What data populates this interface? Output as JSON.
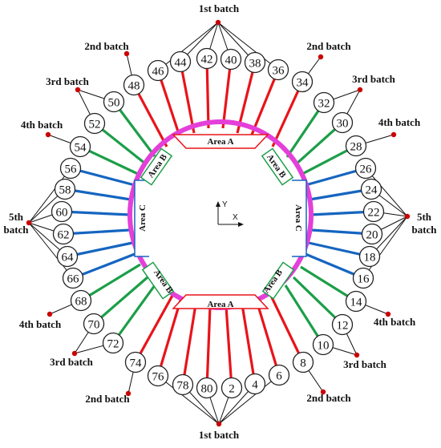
{
  "colors": {
    "ring": "#e43fd9",
    "red": "#e8141a",
    "green": "#1c9e48",
    "blue": "#1565c0",
    "dot": "#cc0000"
  },
  "axes": {
    "y_label": "Y",
    "x_label": "X"
  },
  "areas": {
    "top": "Area A",
    "bottom": "Area A",
    "left": "Area C",
    "right": "Area C",
    "upper_left": "Area B",
    "upper_right": "Area B",
    "lower_left": "Area B",
    "lower_right": "Area B"
  },
  "anchors": [
    {
      "id": "46",
      "group": "red"
    },
    {
      "id": "44",
      "group": "red"
    },
    {
      "id": "42",
      "group": "red"
    },
    {
      "id": "40",
      "group": "red"
    },
    {
      "id": "38",
      "group": "red"
    },
    {
      "id": "36",
      "group": "red"
    },
    {
      "id": "48",
      "group": "red"
    },
    {
      "id": "34",
      "group": "red"
    },
    {
      "id": "50",
      "group": "green"
    },
    {
      "id": "52",
      "group": "green"
    },
    {
      "id": "54",
      "group": "green"
    },
    {
      "id": "32",
      "group": "green"
    },
    {
      "id": "30",
      "group": "green"
    },
    {
      "id": "28",
      "group": "green"
    },
    {
      "id": "56",
      "group": "blue"
    },
    {
      "id": "58",
      "group": "blue"
    },
    {
      "id": "60",
      "group": "blue"
    },
    {
      "id": "62",
      "group": "blue"
    },
    {
      "id": "64",
      "group": "blue"
    },
    {
      "id": "66",
      "group": "blue"
    },
    {
      "id": "26",
      "group": "blue"
    },
    {
      "id": "24",
      "group": "blue"
    },
    {
      "id": "22",
      "group": "blue"
    },
    {
      "id": "20",
      "group": "blue"
    },
    {
      "id": "18",
      "group": "blue"
    },
    {
      "id": "16",
      "group": "blue"
    },
    {
      "id": "68",
      "group": "green"
    },
    {
      "id": "70",
      "group": "green"
    },
    {
      "id": "72",
      "group": "green"
    },
    {
      "id": "14",
      "group": "green"
    },
    {
      "id": "12",
      "group": "green"
    },
    {
      "id": "10",
      "group": "green"
    },
    {
      "id": "74",
      "group": "red"
    },
    {
      "id": "8",
      "group": "red"
    },
    {
      "id": "76",
      "group": "red"
    },
    {
      "id": "78",
      "group": "red"
    },
    {
      "id": "80",
      "group": "red"
    },
    {
      "id": "2",
      "group": "red"
    },
    {
      "id": "4",
      "group": "red"
    },
    {
      "id": "6",
      "group": "red"
    }
  ],
  "batches": [
    {
      "key": "b1_top",
      "label": "1st batch",
      "members": [
        "46",
        "44",
        "42",
        "40",
        "38",
        "36"
      ]
    },
    {
      "key": "b2_top_left",
      "label": "2nd batch",
      "members": [
        "48"
      ]
    },
    {
      "key": "b2_top_right",
      "label": "2nd batch",
      "members": [
        "34"
      ]
    },
    {
      "key": "b3_top_left",
      "label": "3rd batch",
      "members": [
        "50",
        "52"
      ]
    },
    {
      "key": "b3_top_right",
      "label": "3rd batch",
      "members": [
        "32",
        "30"
      ]
    },
    {
      "key": "b4_top_left",
      "label": "4th batch",
      "members": [
        "54"
      ]
    },
    {
      "key": "b4_top_right",
      "label": "4th batch",
      "members": [
        "28"
      ]
    },
    {
      "key": "b5_left",
      "label_line1": "5th",
      "label_line2": "batch",
      "members": [
        "56",
        "58",
        "60",
        "62",
        "64",
        "66"
      ]
    },
    {
      "key": "b5_right",
      "label_line1": "5th",
      "label_line2": "batch",
      "members": [
        "26",
        "24",
        "22",
        "20",
        "18",
        "16"
      ]
    },
    {
      "key": "b4_bottom_left",
      "label": "4th batch",
      "members": [
        "68"
      ]
    },
    {
      "key": "b4_bottom_right",
      "label": "4th batch",
      "members": [
        "14"
      ]
    },
    {
      "key": "b3_bottom_left",
      "label": "3rd batch",
      "members": [
        "70",
        "72"
      ]
    },
    {
      "key": "b3_bottom_right",
      "label": "3rd batch",
      "members": [
        "12",
        "10"
      ]
    },
    {
      "key": "b2_bottom_left",
      "label": "2nd batch",
      "members": [
        "74"
      ]
    },
    {
      "key": "b2_bottom_right",
      "label": "2nd batch",
      "members": [
        "8"
      ]
    },
    {
      "key": "b1_bottom",
      "label": "1st batch",
      "members": [
        "76",
        "78",
        "80",
        "2",
        "4",
        "6"
      ]
    }
  ]
}
